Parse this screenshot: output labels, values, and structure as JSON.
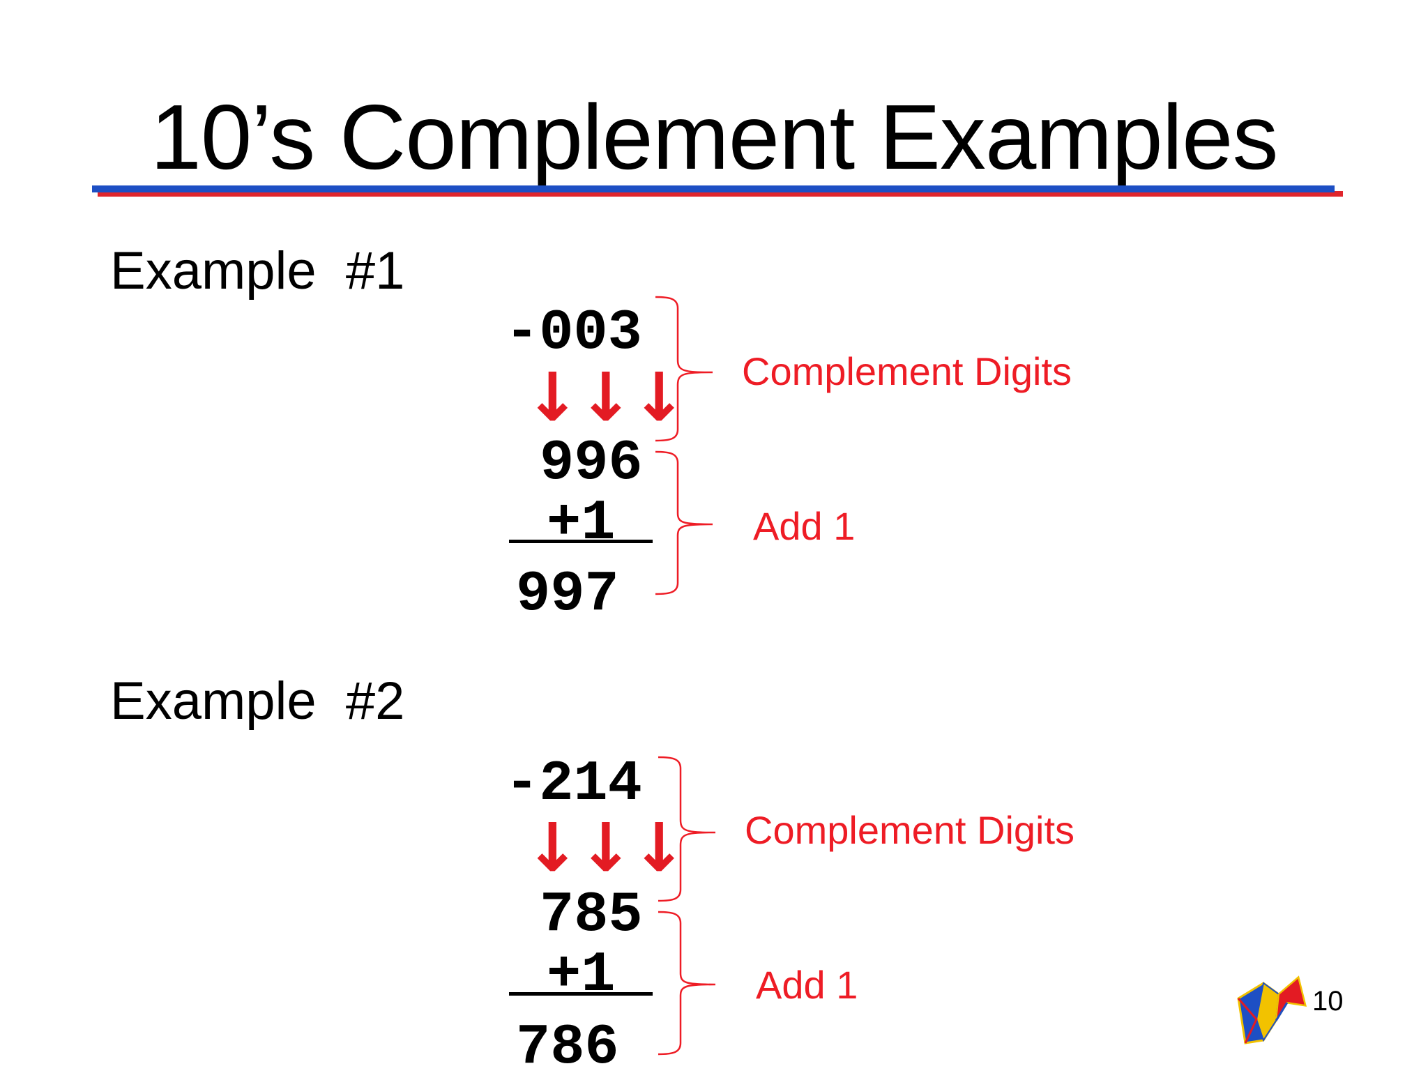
{
  "slide": {
    "title": "10’s Complement Examples",
    "page_number": "10"
  },
  "examples": [
    {
      "label": "Example  #1",
      "original": "-003",
      "arrows": "↓↓↓",
      "complemented": "996",
      "addend": "+1",
      "result": "997",
      "note_complement": "Complement Digits",
      "note_add": "Add 1"
    },
    {
      "label": "Example  #2",
      "original": "-214",
      "arrows": "↓↓↓",
      "complemented": "785",
      "addend": "+1",
      "result": "786",
      "note_complement": "Complement Digits",
      "note_add": "Add 1"
    }
  ],
  "colors": {
    "accent_red": "#ee1c25",
    "rule_blue": "#1d4fc4",
    "rule_red": "#e0252c"
  }
}
